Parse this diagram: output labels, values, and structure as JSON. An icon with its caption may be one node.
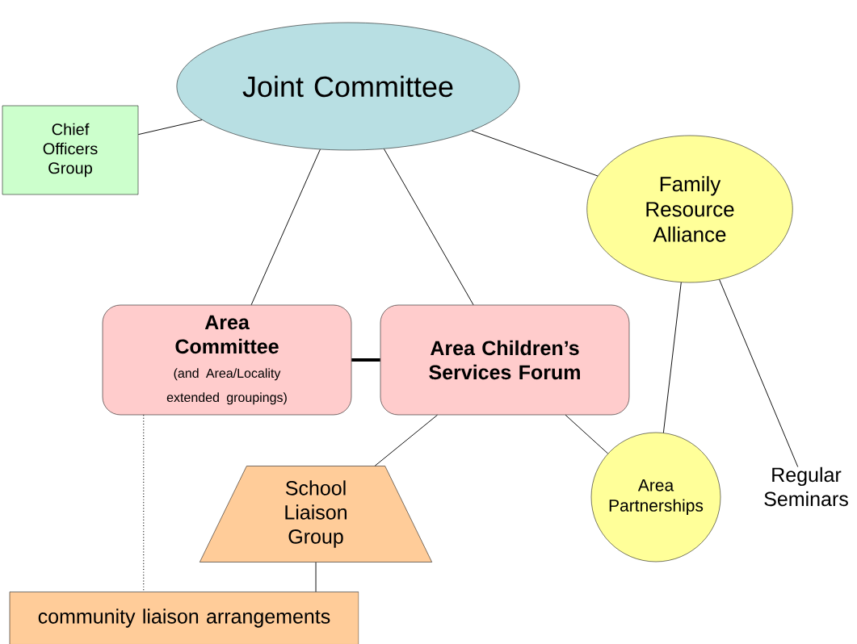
{
  "diagram": {
    "nodes": [
      {
        "text": [
          "Joint Committee"
        ]
      },
      {
        "text": [
          "Chief Officers Group"
        ]
      },
      {
        "text": [
          "Family Resource Alliance"
        ]
      },
      {
        "text": [
          "Area Committee",
          "(and Area/Locality extended groupings)"
        ]
      },
      {
        "text": [
          "Area Children’s Services Forum"
        ]
      },
      {
        "text": [
          "School Liaison Group"
        ]
      },
      {
        "text": [
          "Area Partnerships"
        ]
      },
      {
        "text": [
          "Regular Seminars"
        ]
      },
      {
        "text": [
          "community liaison arrangements"
        ]
      }
    ],
    "edges": [
      {
        "from": 0,
        "to": 1,
        "arrow": "none"
      },
      {
        "from": 0,
        "to": 2,
        "arrow": "none"
      },
      {
        "from": 0,
        "to": 3,
        "arrow": "none"
      },
      {
        "from": 0,
        "to": 4,
        "arrow": "none"
      },
      {
        "from": 3,
        "to": 4,
        "arrow": "none",
        "style": "thick"
      },
      {
        "from": 4,
        "to": 5,
        "arrow": "none"
      },
      {
        "from": 4,
        "to": 6,
        "arrow": "none"
      },
      {
        "from": 2,
        "to": 6,
        "arrow": "none"
      },
      {
        "from": 2,
        "to": 7,
        "arrow": "none"
      },
      {
        "from": 3,
        "to": 8,
        "arrow": "none",
        "style": "dashed"
      },
      {
        "from": 5,
        "to": 8,
        "arrow": "none"
      }
    ]
  }
}
